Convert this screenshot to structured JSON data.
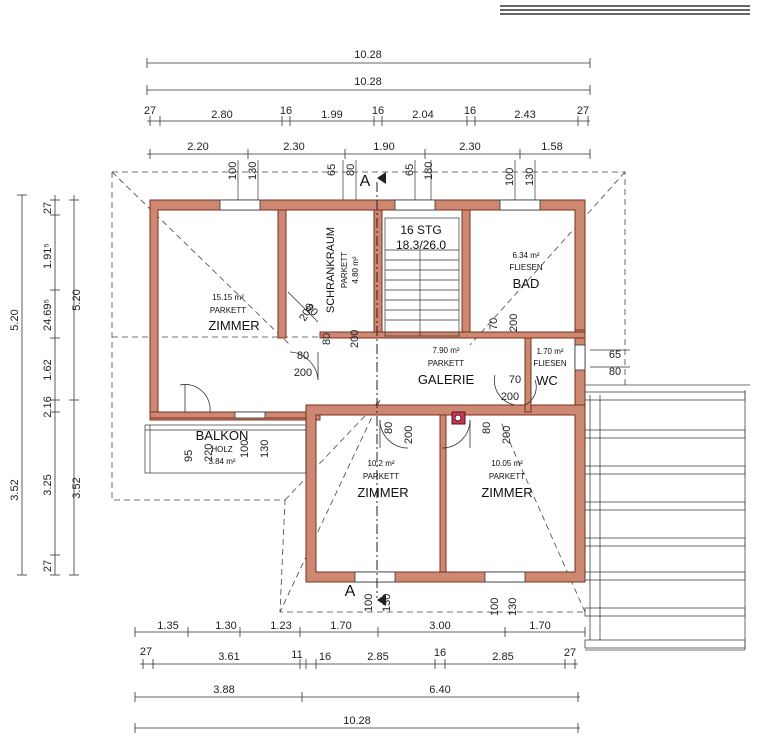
{
  "dimensions": {
    "top_total_1": "10.28",
    "top_total_2": "10.28",
    "top_row3": [
      "27",
      "2.80",
      "16",
      "1.99",
      "16",
      "2.04",
      "16",
      "2.43",
      "27"
    ],
    "top_row4": [
      "2.20",
      "2.30",
      "1.90",
      "2.30",
      "1.58"
    ],
    "window_marks_top": [
      "100",
      "130",
      "65",
      "80",
      "65",
      "180",
      "100",
      "130"
    ],
    "left_outer": [
      "5.20",
      "3.52"
    ],
    "left_inner": [
      "27",
      "1.91⁵",
      "24.69⁵",
      "1.62",
      "2.16",
      "3.25",
      "27"
    ],
    "left_right": [
      "5.20",
      "3.52"
    ],
    "bottom_row1": [
      "1.35",
      "1.30",
      "1.23",
      "1.70",
      "3.00",
      "1.70"
    ],
    "bottom_row2": [
      "27",
      "3.61",
      "11",
      "16",
      "2.85",
      "16",
      "2.85",
      "27"
    ],
    "bottom_row3": [
      "3.88",
      "6.40"
    ],
    "bottom_total": "10.28",
    "right_small": [
      "65",
      "80"
    ]
  },
  "rooms": {
    "zimmer_left": {
      "area": "15.15 m²",
      "floor": "PARKETT",
      "name": "ZIMMER"
    },
    "schrankraum": {
      "area": "4.80 m²",
      "floor": "PARKETT",
      "name": "SCHRANKRAUM"
    },
    "stairs": {
      "count": "16  STG",
      "ratio": "18.3/26.0"
    },
    "bad": {
      "area": "6.34 m²",
      "floor": "FLIESEN",
      "name": "BAD"
    },
    "galerie": {
      "area": "7.90 m²",
      "floor": "PARKETT",
      "name": "GALERIE"
    },
    "wc": {
      "area": "1.70 m²",
      "floor": "FLIESEN",
      "name": "WC"
    },
    "balkon": {
      "name": "BALKON",
      "floor": "HOLZ",
      "area": "3.84 m²",
      "dims": [
        "95",
        "220"
      ]
    },
    "zimmer_mid": {
      "area": "10.2 m²",
      "floor": "PARKETT",
      "name": "ZIMMER"
    },
    "zimmer_right": {
      "area": "10.05 m²",
      "floor": "PARKETT",
      "name": "ZIMMER"
    }
  },
  "doors": {
    "d1": [
      "80",
      "200"
    ],
    "d2": [
      "80",
      "200"
    ],
    "d3": [
      "70",
      "200"
    ],
    "d4": [
      "70",
      "200"
    ],
    "d5": [
      "80",
      "200"
    ],
    "d6": [
      "80",
      "200"
    ],
    "d7": [
      "80",
      "200"
    ],
    "schrank_door": [
      "80",
      "200"
    ]
  },
  "window_labels": {
    "balkon": [
      "100",
      "130"
    ],
    "bottom_mid": [
      "100",
      "130"
    ],
    "bottom_right": [
      "100",
      "130"
    ]
  },
  "section": {
    "top": "A",
    "bottom": "A"
  },
  "colors": {
    "wall_fill": "#cd8872",
    "wall_stroke": "#7a3020",
    "chimney": "#c23b52"
  }
}
